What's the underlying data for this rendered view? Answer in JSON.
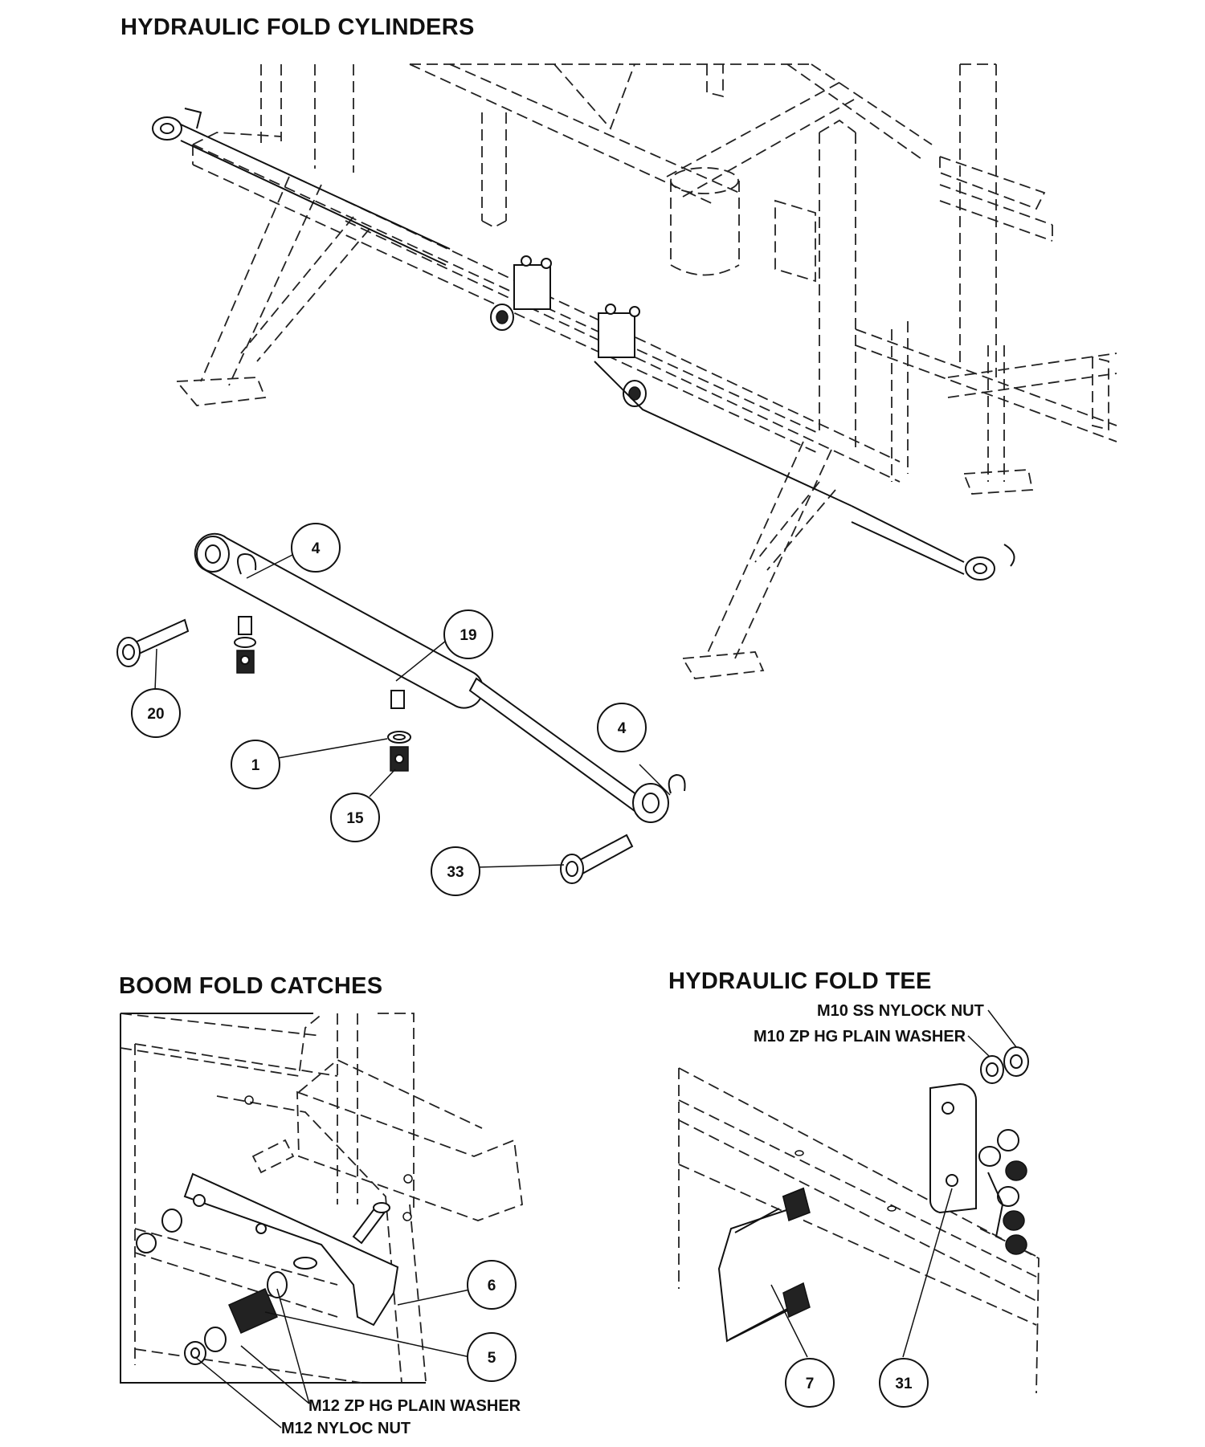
{
  "sections": {
    "cylinders": {
      "title": "HYDRAULIC FOLD CYLINDERS"
    },
    "catches": {
      "title": "BOOM FOLD CATCHES"
    },
    "tee": {
      "title": "HYDRAULIC FOLD TEE"
    }
  },
  "balloons": {
    "b4a": "4",
    "b19": "19",
    "b20": "20",
    "b1": "1",
    "b4b": "4",
    "b15": "15",
    "b33": "33",
    "b6": "6",
    "b5": "5",
    "b7": "7",
    "b31": "31"
  },
  "notes": {
    "m12_washer": "M12 ZP HG PLAIN WASHER",
    "m12_nut": "M12  NYLOC NUT",
    "m10_nut": "M10 SS NYLOCK  NUT",
    "m10_washer": "M10 ZP HG PLAIN WASHER"
  }
}
